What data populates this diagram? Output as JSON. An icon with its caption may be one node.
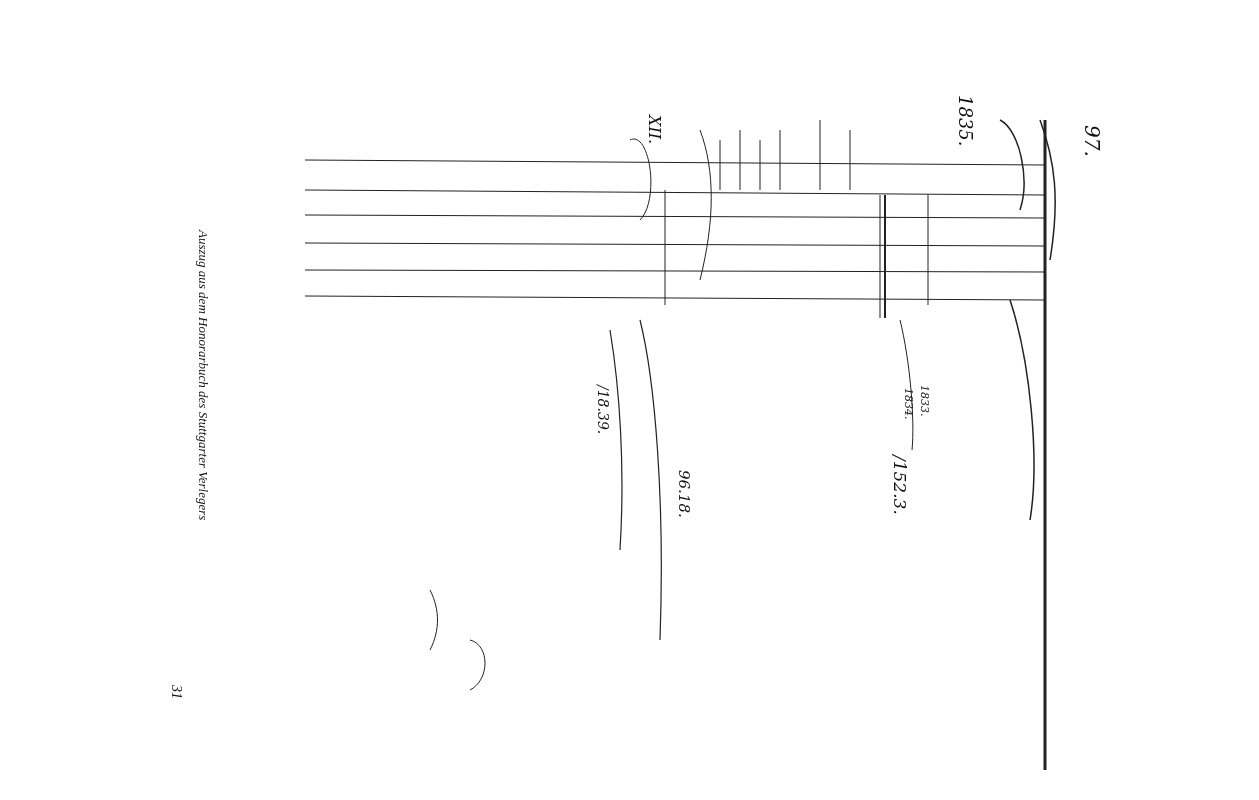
{
  "diagram": {
    "labels": [
      "97.",
      "1835.",
      "XII.",
      "1833.",
      "1834.",
      "/152.3.",
      "96.18.",
      "/18.39.",
      "Auszug aus dem Honorarbuch des Stuttgarter Verlegers",
      "31"
    ]
  }
}
